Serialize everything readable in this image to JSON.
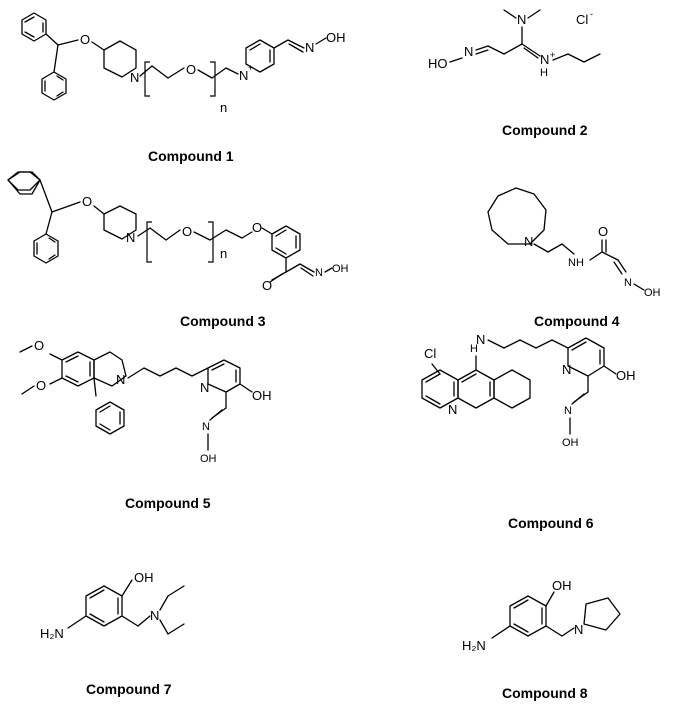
{
  "compounds": [
    {
      "caption": "Compound 1"
    },
    {
      "caption": "Compound 2"
    },
    {
      "caption": "Compound 3"
    },
    {
      "caption": "Compound 4"
    },
    {
      "caption": "Compound 5"
    },
    {
      "caption": "Compound 6"
    },
    {
      "caption": "Compound 7"
    },
    {
      "caption": "Compound 8"
    }
  ],
  "labels": {
    "O": "O",
    "N": "N",
    "OH": "OH",
    "HO": "HO",
    "NH": "NH",
    "N_plus": "N",
    "H": "H",
    "plus": "+",
    "minus": "-",
    "Cl": "Cl",
    "n": "n",
    "H2N": "H₂N"
  }
}
